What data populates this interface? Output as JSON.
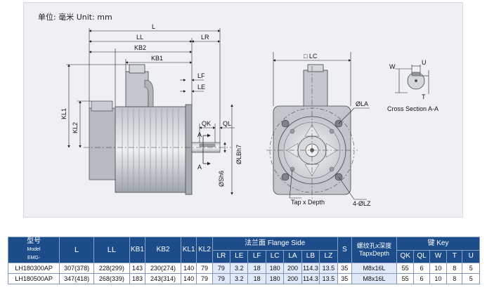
{
  "drawing": {
    "unit_note": "单位: 毫米 Unit: mm",
    "side_view_labels": {
      "L": "L",
      "LL": "LL",
      "LR": "LR",
      "KB2": "KB2",
      "KB1": "KB1",
      "LF": "LF",
      "LE": "LE",
      "KL1": "KL1",
      "KL2": "KL2",
      "QK": "QK",
      "QL": "QL",
      "A_top": "A",
      "A_bottom": "A",
      "LB": "ØLBh7",
      "S": "ØSh6"
    },
    "front_view_labels": {
      "LC": "□ LC",
      "LA": "ØLA",
      "tap": "Tap x Depth",
      "LZ": "4-ØLZ"
    },
    "section_labels": {
      "W": "W",
      "U": "U",
      "T": "T",
      "caption": "Cross Section A-A"
    }
  },
  "table": {
    "headers": {
      "model_cn": "型号",
      "model_en1": "Model",
      "model_en2": "EMG-",
      "L": "L",
      "LL": "LL",
      "KB1": "KB1",
      "KB2": "KB2",
      "KL1": "KL1",
      "KL2": "KL2",
      "flange": "法兰面 Flange Side",
      "S": "S",
      "tap_cn": "螺纹孔x深度",
      "tap_en": "TapxDepth",
      "key": "键 Key",
      "flange_sub": [
        "LR",
        "LE",
        "LF",
        "LC",
        "LA",
        "LB",
        "LZ"
      ],
      "key_sub": [
        "QK",
        "QL",
        "W",
        "T",
        "U"
      ]
    },
    "rows": [
      {
        "model": "LH180300AP",
        "L": "307(378)",
        "LL": "228(299)",
        "KB1": "143",
        "KB2": "230(274)",
        "KL1": "140",
        "KL2": "79",
        "LR": "79",
        "LE": "3.2",
        "LF": "18",
        "LC": "180",
        "LA": "200",
        "LB": "114.3",
        "LZ": "13.5",
        "S": "35",
        "tap": "M8x16L",
        "QK": "55",
        "QL": "6",
        "W": "10",
        "T": "8",
        "U": "5"
      },
      {
        "model": "LH180500AP",
        "L": "347(418)",
        "LL": "268(339)",
        "KB1": "183",
        "KB2": "243(314)",
        "KL1": "140",
        "KL2": "79",
        "LR": "79",
        "LE": "3.2",
        "LF": "18",
        "LC": "180",
        "LA": "200",
        "LB": "114.3",
        "LZ": "13.5",
        "S": "35",
        "tap": "M8x16L",
        "QK": "55",
        "QL": "6",
        "W": "10",
        "T": "8",
        "U": "5"
      }
    ]
  }
}
